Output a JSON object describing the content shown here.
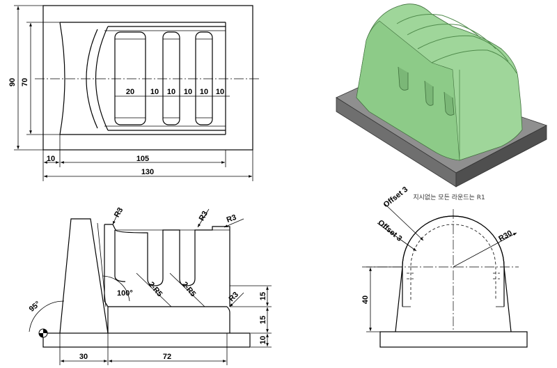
{
  "top_view": {
    "dims": {
      "d90": "90",
      "d70": "70",
      "d20": "20",
      "d10a": "10",
      "d10b": "10",
      "d10c": "10",
      "d10d": "10",
      "d10e": "10",
      "d10_left": "10",
      "d105": "105",
      "d130": "130"
    }
  },
  "iso_view": {
    "note": "지시없는 모든 라운드는 R1",
    "colors": {
      "body": "#9fd69a",
      "body_shade": "#7fbf7b",
      "base_top": "#8f8f8f",
      "base_side": "#5e5e5e"
    }
  },
  "front_view": {
    "dims": {
      "r3_a": "R3",
      "r3_b": "R3",
      "r3_c": "R3",
      "r3_d": "R3",
      "r5_a": "2-R5",
      "r5_b": "2-R5",
      "a100": "100°",
      "a95": "95°",
      "d15a": "15",
      "d15b": "15",
      "d10": "10",
      "d30": "30",
      "d72": "72"
    }
  },
  "side_view": {
    "dims": {
      "offset_a": "Offset 3",
      "offset_b": "Offset 3",
      "r30": "R30",
      "d40": "40"
    }
  }
}
